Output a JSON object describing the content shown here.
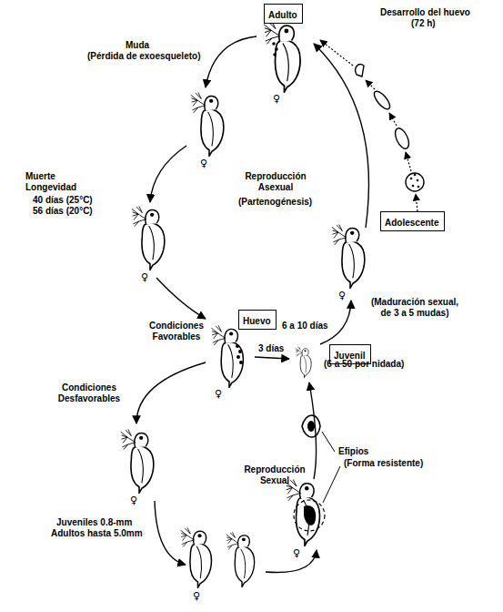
{
  "diagram": {
    "nodes": [
      {
        "text": [
          "Adulto"
        ]
      },
      {
        "text": [
          "Adolescente"
        ]
      },
      {
        "text": [
          "Huevo"
        ]
      },
      {
        "text": [
          "Juvenil"
        ]
      }
    ],
    "labels": [
      "Muda",
      "(Pérdida de exoesqueleto)",
      "Desarrollo del huevo",
      "(72 h)",
      "Reproducción Asexual",
      "(Partenogénesis)",
      "Muerte",
      "Longevidad",
      "40 días (25°C)",
      "56 días (20°C)",
      "Condiciones Favorables",
      "3 días",
      "(6 a 50 por nidada)",
      "(Maduración sexual, de 3 a 5 mudas)",
      "6 a 10 días",
      "Condiciones Desfavorables",
      "Reproducción Sexual",
      "Juveniles 0.8-mm",
      "Adultos hasta 5.0mm",
      "Efipios",
      "(Forma resistente)",
      "♀",
      "♀",
      "♀",
      "♀",
      "♀",
      "♀",
      "♀",
      "♀"
    ]
  }
}
